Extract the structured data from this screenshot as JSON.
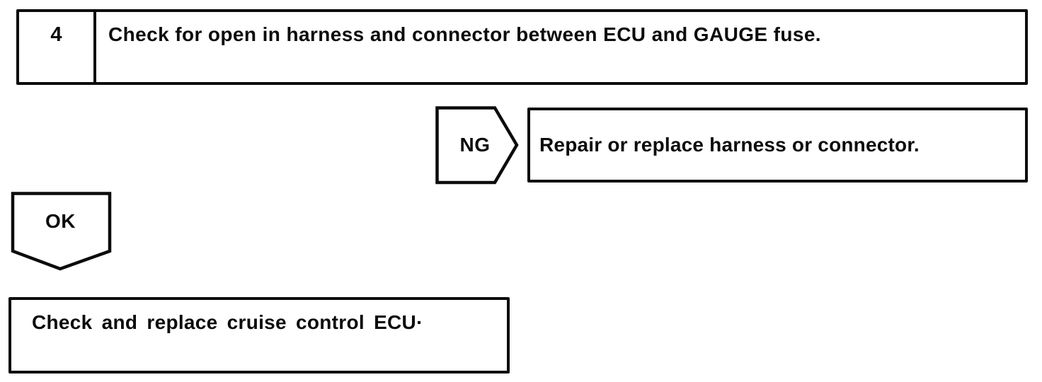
{
  "flowchart": {
    "step": {
      "number": "4",
      "instruction": "Check for open in harness and connector between ECU and GAUGE fuse."
    },
    "ng_branch": {
      "connector_label": "NG",
      "action": "Repair or replace harness or connector."
    },
    "ok_branch": {
      "connector_label": "OK",
      "action": "Check and replace cruise control ECU·"
    },
    "colors": {
      "line": "#0c0c0c",
      "background": "#ffffff"
    }
  }
}
